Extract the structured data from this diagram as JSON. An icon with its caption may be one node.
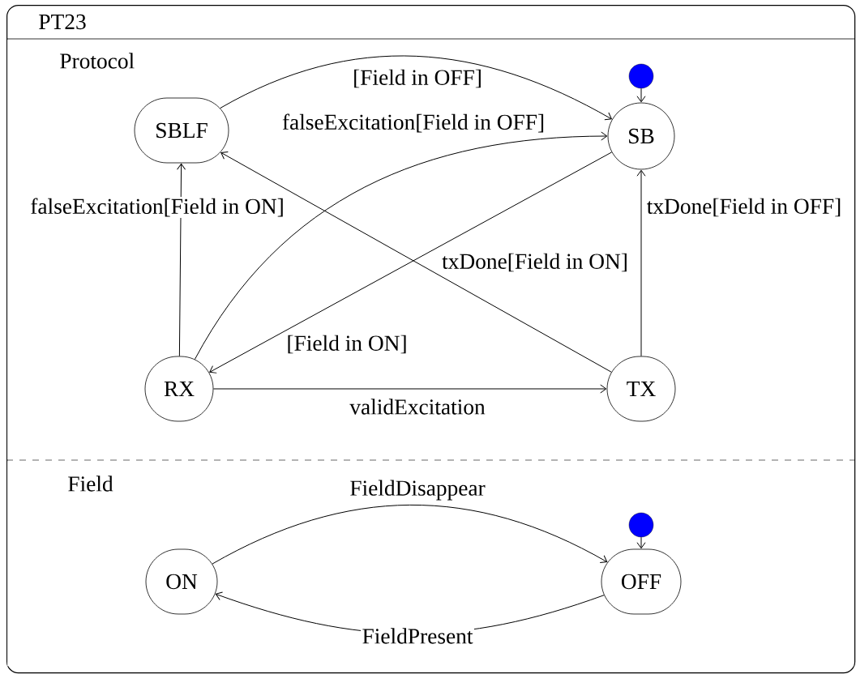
{
  "diagram": {
    "nodes": [
      {
        "text": [
          "PT23"
        ]
      },
      {
        "text": [
          "Protocol"
        ],
        "in": 0
      },
      {
        "text": [
          "SBLF"
        ],
        "in": 1
      },
      {
        "text": [
          "SB"
        ],
        "in": 1
      },
      {
        "text": [
          "RX"
        ],
        "in": 1
      },
      {
        "text": [
          "TX"
        ],
        "in": 1
      },
      {
        "text": [],
        "shape": "circle",
        "in": 1
      },
      {
        "text": [
          "Field"
        ],
        "in": 0
      },
      {
        "text": [
          "ON"
        ],
        "in": 7
      },
      {
        "text": [
          "OFF"
        ],
        "in": 7
      },
      {
        "text": [],
        "shape": "circle",
        "in": 7
      }
    ],
    "edges": [
      {
        "from": 2,
        "to": 3,
        "arrow": "to",
        "label": "[Field in OFF]"
      },
      {
        "from": 4,
        "to": 3,
        "arrow": "to",
        "label": "falseExcitation[Field in OFF]"
      },
      {
        "from": 4,
        "to": 2,
        "arrow": "to",
        "label": "falseExcitation[Field in ON]"
      },
      {
        "from": 5,
        "to": 2,
        "arrow": "to",
        "label": "txDone[Field in ON]"
      },
      {
        "from": 3,
        "to": 4,
        "arrow": "to",
        "label": "[Field in ON]"
      },
      {
        "from": 5,
        "to": 3,
        "arrow": "to",
        "label": "txDone[Field in OFF]"
      },
      {
        "from": 4,
        "to": 5,
        "arrow": "to",
        "label": "validExcitation"
      },
      {
        "from": 6,
        "to": 3,
        "arrow": "to"
      },
      {
        "from": 8,
        "to": 9,
        "arrow": "to",
        "label": "FieldDisappear"
      },
      {
        "from": 9,
        "to": 8,
        "arrow": "to",
        "label": "FieldPresent"
      },
      {
        "from": 10,
        "to": 9,
        "arrow": "to"
      }
    ]
  }
}
